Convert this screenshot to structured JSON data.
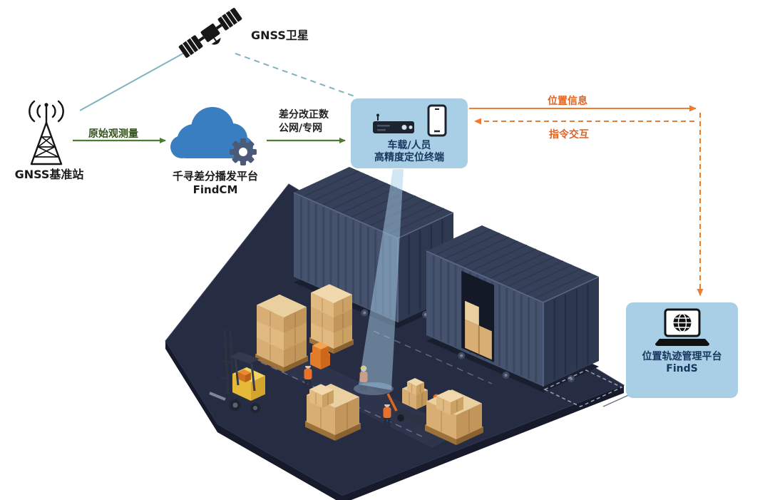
{
  "diagram": {
    "satellite": {
      "label": "GNSS卫星"
    },
    "base_station": {
      "label": "GNSS基准站"
    },
    "cloud_platform": {
      "name": "千寻差分播发平台",
      "product": "FindCM"
    },
    "terminal": {
      "line1": "车载/人员",
      "line2": "高精度定位终端"
    },
    "management_platform": {
      "name": "位置轨迹管理平台",
      "product": "FindS"
    },
    "flows": {
      "raw_observation": "原始观测量",
      "correction_data": "差分改正数",
      "network": "公网/专网",
      "position_info": "位置信息",
      "command_interaction": "指令交互"
    }
  },
  "colors": {
    "bubble_bg": "#a9cfe7",
    "bubble_text": "#17365d",
    "green_arrow": "#4f7a33",
    "orange_arrow": "#ee7c2f",
    "orange_text": "#e2621f",
    "teal_line": "#7fb3c0",
    "cloud_blue": "#3a7ec2",
    "gear_slate": "#4b5a78",
    "ground_navy": "#262c42"
  }
}
